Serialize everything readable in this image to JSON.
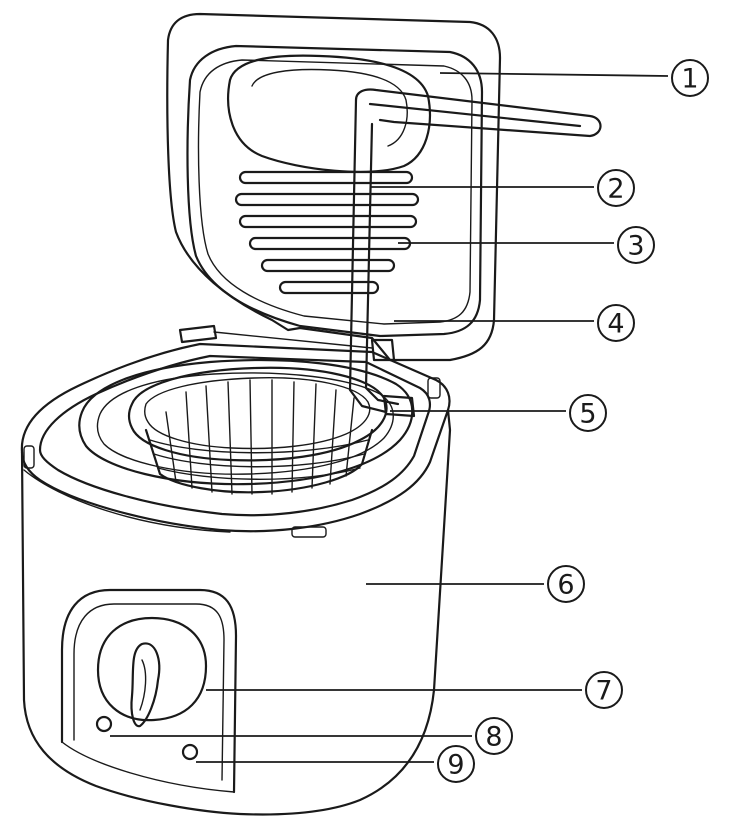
{
  "callouts": [
    {
      "number": "1",
      "part": "lid"
    },
    {
      "number": "2",
      "part": "basket-handle"
    },
    {
      "number": "3",
      "part": "lid-vent-grille"
    },
    {
      "number": "4",
      "part": "lid-hinge"
    },
    {
      "number": "5",
      "part": "frying-basket"
    },
    {
      "number": "6",
      "part": "housing"
    },
    {
      "number": "7",
      "part": "temperature-knob"
    },
    {
      "number": "8",
      "part": "power-indicator-light"
    },
    {
      "number": "9",
      "part": "ready-indicator-light"
    }
  ],
  "colors": {
    "line": "#1a1a1a",
    "background": "#ffffff"
  }
}
